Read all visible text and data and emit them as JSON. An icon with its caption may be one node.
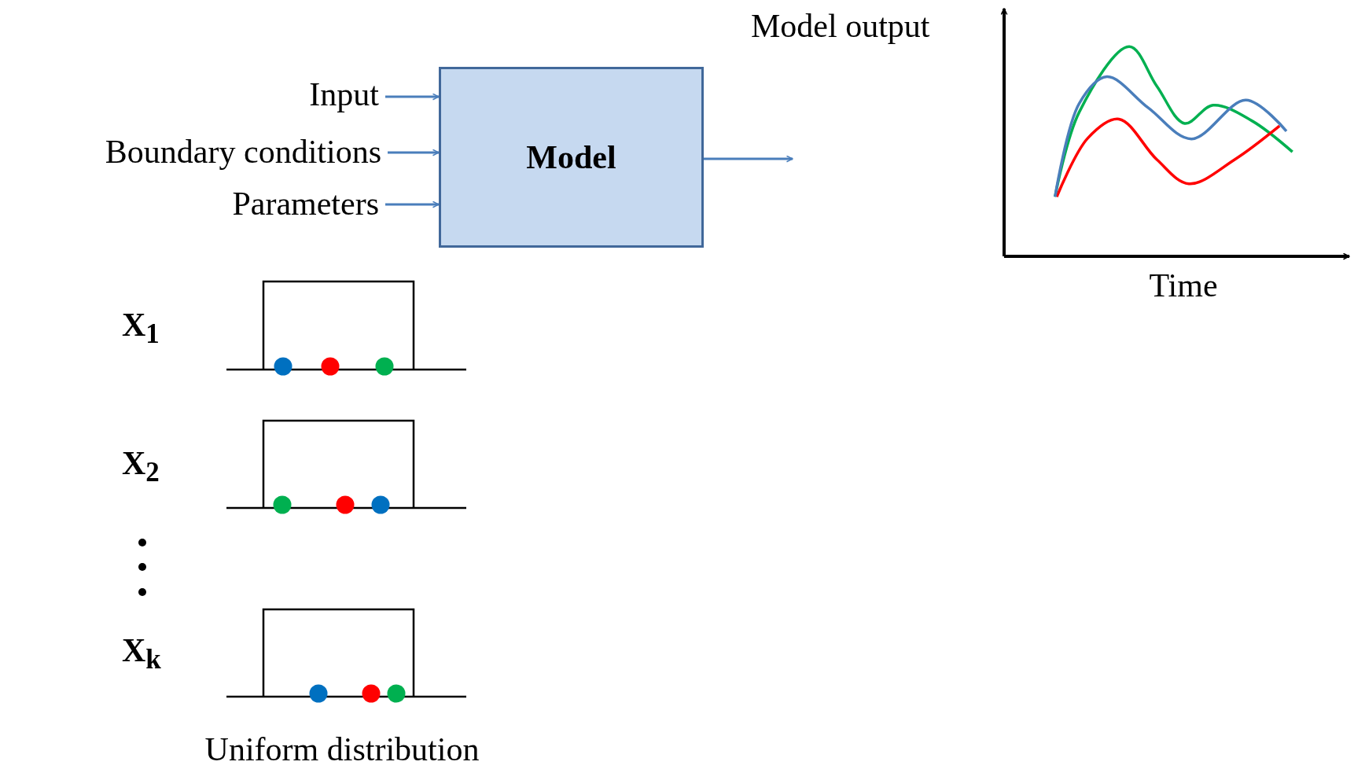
{
  "diagram": {
    "nodes": [
      {
        "text": [
          "Input"
        ]
      },
      {
        "text": [
          "Boundary conditions"
        ]
      },
      {
        "text": [
          "Parameters"
        ]
      },
      {
        "text": [
          "Model"
        ]
      }
    ],
    "edges": [
      {
        "from": 0,
        "to": 3,
        "arrow": "to"
      },
      {
        "from": 1,
        "to": 3,
        "arrow": "to"
      },
      {
        "from": 2,
        "to": 3,
        "arrow": "to"
      },
      {
        "from": 3,
        "to": null,
        "arrow": "to"
      }
    ],
    "labels": [
      "Model output",
      "Time",
      "X$_{1}$",
      "X$_{2}$",
      "X$_{k}$",
      "Uniform distribution"
    ]
  }
}
